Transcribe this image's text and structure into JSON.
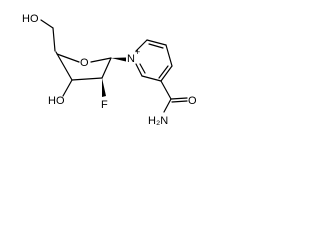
{
  "molecule": {
    "atom_labels": {
      "hydroxymethyl_oh": "HO",
      "ring_oxygen": "O",
      "pyridinium_n": "N",
      "pyridinium_charge": "+",
      "hydroxyl_oh": "HO",
      "fluorine": "F",
      "carbonyl_o": "O",
      "amide_nh2": "H₂N"
    }
  }
}
